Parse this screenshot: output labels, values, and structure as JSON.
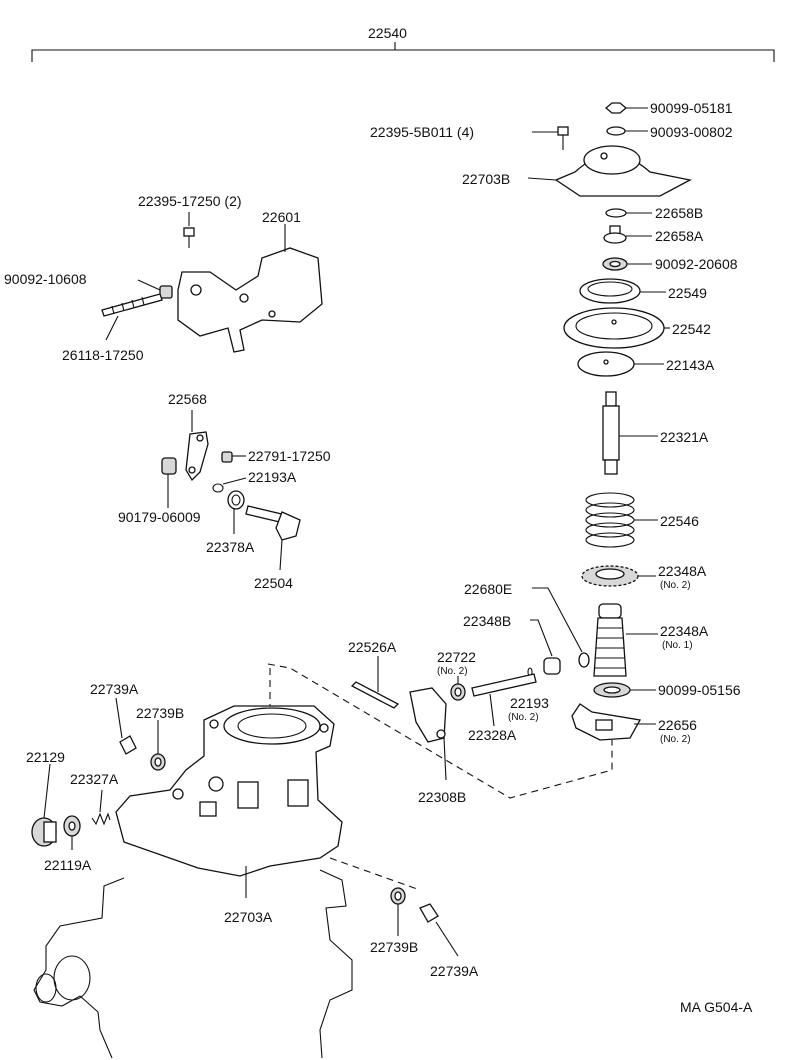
{
  "diagram": {
    "assembly_number": "22540",
    "figure_code": "MA G504-A",
    "parts": {
      "p90099_05181": "90099-05181",
      "p90093_00802": "90093-00802",
      "p22395_5B011": "22395-5B011 (4)",
      "p22703B": "22703B",
      "p22658B": "22658B",
      "p22658A": "22658A",
      "p90092_20608": "90092-20608",
      "p22549": "22549",
      "p22542": "22542",
      "p22143A": "22143A",
      "p22321A": "22321A",
      "p22546": "22546",
      "p22348A_no2": "22348A",
      "p22348A_no2_note": "(No. 2)",
      "p22680E": "22680E",
      "p22348B": "22348B",
      "p22348A_no1": "22348A",
      "p22348A_no1_note": "(No. 1)",
      "p90099_05156": "90099-05156",
      "p22656": "22656",
      "p22656_note": "(No. 2)",
      "p22395_17250": "22395-17250 (2)",
      "p22601": "22601",
      "p90092_10608": "90092-10608",
      "p26118_17250": "26118-17250",
      "p22568": "22568",
      "p22791_17250": "22791-17250",
      "p22193A": "22193A",
      "p90179_06009": "90179-06009",
      "p22378A": "22378A",
      "p22504": "22504",
      "p22526A": "22526A",
      "p22722": "22722",
      "p22722_note": "(No. 2)",
      "p22193": "22193",
      "p22193_note": "(No. 2)",
      "p22328A": "22328A",
      "p22308B": "22308B",
      "p22739A_top": "22739A",
      "p22739B_top": "22739B",
      "p22129": "22129",
      "p22327A": "22327A",
      "p22119A": "22119A",
      "p22703A": "22703A",
      "p22739B_bottom": "22739B",
      "p22739A_bottom": "22739A"
    }
  }
}
